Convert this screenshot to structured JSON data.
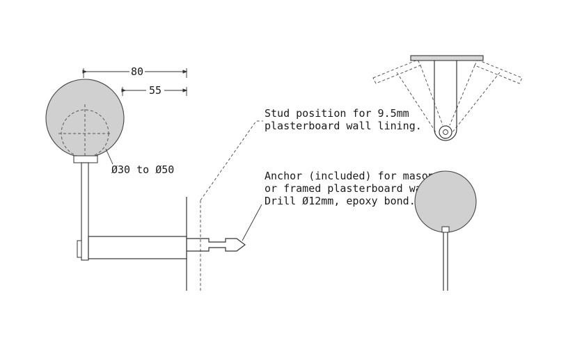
{
  "dimensions": {
    "overall": "80",
    "offset": "55",
    "tube_range": "Ø30 to Ø50"
  },
  "callouts": {
    "stud": {
      "line1": "Stud position for 9.5mm",
      "line2": "plasterboard wall lining."
    },
    "anchor": {
      "line1": "Anchor (included) for masonry",
      "line2": "or framed plasterboard wall.",
      "line3": "Drill  Ø12mm, epoxy bond."
    }
  },
  "colors": {
    "rail_fill": "#d0d0d0",
    "line": "#333333"
  }
}
